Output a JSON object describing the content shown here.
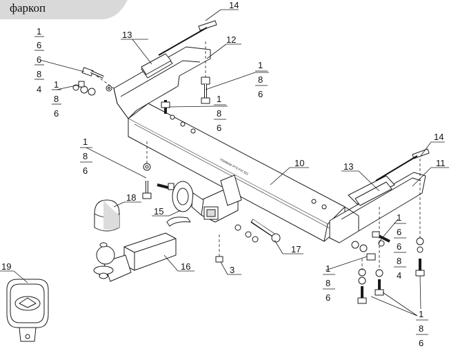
{
  "header": {
    "title": "фаркоп"
  },
  "callouts": {
    "c14a": "14",
    "c13a": "13",
    "c12": "12",
    "c14b": "14",
    "c13b": "13",
    "c11": "11",
    "c10": "10",
    "c18": "18",
    "c15": "15",
    "c16": "16",
    "c17": "17",
    "c3": "3",
    "c19": "19"
  },
  "fractions": {
    "f1": [
      "1",
      "6",
      "6",
      "8",
      "4"
    ],
    "f2": [
      "1",
      "8",
      "6"
    ],
    "f3": [
      "1",
      "8",
      "6"
    ],
    "f4": [
      "1",
      "8",
      "6"
    ],
    "f5": [
      "1",
      "8",
      "6"
    ],
    "f6": [
      "1",
      "6",
      "6",
      "8",
      "4"
    ],
    "f7": [
      "1",
      "8",
      "6"
    ],
    "f8": [
      "1",
      "8",
      "6"
    ]
  },
  "beam_marking": "TOWBAR PTS FIX 321",
  "colors": {
    "line": "#1a1a1a",
    "tab": "#d9d9d9",
    "part": "#ffffff",
    "shade": "#dcdcdc"
  }
}
